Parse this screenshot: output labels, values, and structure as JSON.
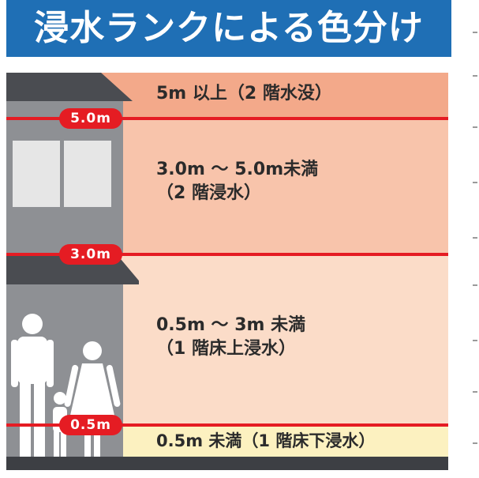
{
  "title": "浸水ランクによる色分け",
  "bands": [
    {
      "label_lines": [
        "5m 以上（2 階水没）"
      ]
    },
    {
      "label_lines": [
        "3.0m ～ 5.0m未満",
        "（2 階浸水）"
      ]
    },
    {
      "label_lines": [
        "0.5m ～ 3m 未満",
        "（1 階床上浸水）"
      ]
    },
    {
      "label_lines": [
        "0.5m 未満（1 階床下浸水）"
      ]
    }
  ],
  "markers": {
    "m5": "5.0m",
    "m3": "3.0m",
    "m05": "0.5m"
  },
  "colors": {
    "title_bg": "#1f6fb5",
    "band_5m_plus": "#f3a98a",
    "band_3_to_5": "#f8c4ab",
    "band_05_to_3": "#fbdcc8",
    "band_under_05": "#fcf1c0",
    "marker_red": "#e51c23",
    "house_gray": "#8e9094",
    "ground": "#3d3f44"
  }
}
